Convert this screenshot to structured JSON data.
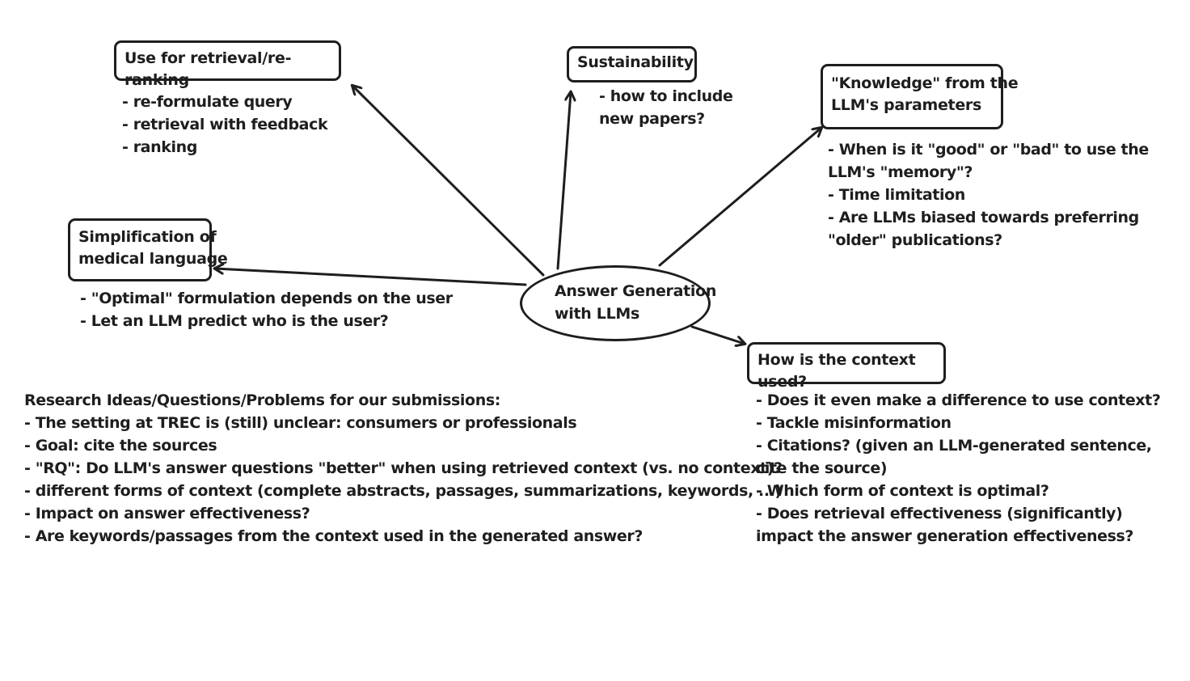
{
  "center": {
    "lines": [
      "Answer Generation",
      "with LLMs"
    ]
  },
  "nodes": {
    "retrieval": {
      "title": "Use for retrieval/re-ranking",
      "notes": [
        "- re-formulate query",
        "- retrieval with feedback",
        "- ranking"
      ]
    },
    "sustainability": {
      "title": "Sustainability",
      "notes": [
        "- how to include",
        "new papers?"
      ]
    },
    "knowledge": {
      "title_lines": [
        "\"Knowledge\" from the",
        "LLM's parameters"
      ],
      "notes": [
        "- When is it \"good\" or \"bad\" to use the",
        "LLM's \"memory\"?",
        "- Time limitation",
        "- Are LLMs biased towards preferring",
        "\"older\" publications?"
      ]
    },
    "simplification": {
      "title_lines": [
        "Simplification of",
        "medical language"
      ],
      "notes": [
        "- \"Optimal\" formulation depends on the user",
        "- Let an LLM predict who is the user?"
      ]
    },
    "context": {
      "title": "How is the context used?",
      "notes": [
        "- Does it even make a difference to use context?",
        "- Tackle misinformation",
        "- Citations? (given an LLM-generated sentence,",
        "cite the source)",
        "- Which form of context is optimal?",
        "- Does retrieval effectiveness (significantly)",
        "impact the answer generation effectiveness?"
      ]
    }
  },
  "research": {
    "heading": "Research Ideas/Questions/Problems for our submissions:",
    "items": [
      "- The setting at TREC is (still) unclear: consumers or professionals",
      "- Goal: cite the sources",
      "- \"RQ\": Do LLM's answer questions \"better\" when using retrieved context (vs. no context)?",
      "- different forms of context (complete abstracts, passages, summarizations, keywords, ...)",
      "- Impact on answer effectiveness?",
      "- Are keywords/passages from the context used in the generated answer?"
    ]
  },
  "colors": {
    "stroke": "#1e1e1e",
    "background": "#ffffff"
  }
}
